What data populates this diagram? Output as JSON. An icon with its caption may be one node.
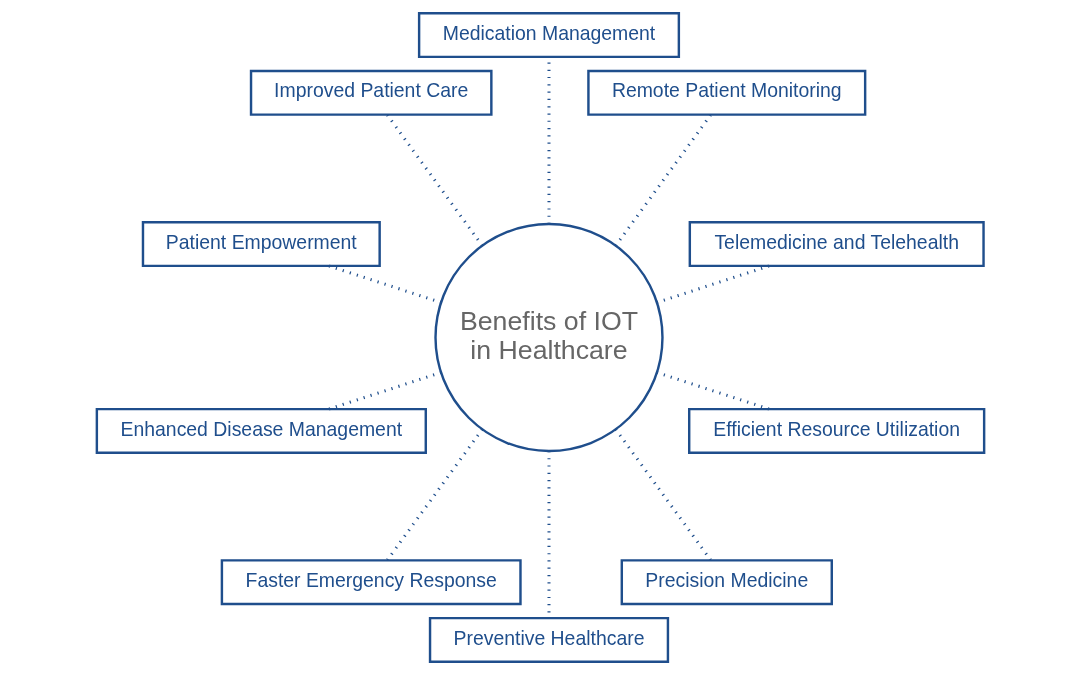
{
  "diagram": {
    "nodes": [
      {
        "text": [
          "Benefits of IOT in Healthcare"
        ]
      },
      {
        "text": [
          "Telemedicine and Telehealth"
        ]
      },
      {
        "text": [
          "Remote Patient Monitoring"
        ]
      },
      {
        "text": [
          "Medication Management"
        ]
      },
      {
        "text": [
          "Improved Patient Care"
        ]
      },
      {
        "text": [
          "Patient Empowerment"
        ]
      },
      {
        "text": [
          "Enhanced Disease Management"
        ]
      },
      {
        "text": [
          "Faster Emergency Response"
        ]
      },
      {
        "text": [
          "Preventive Healthcare"
        ]
      },
      {
        "text": [
          "Precision Medicine"
        ]
      },
      {
        "text": [
          "Efficient Resource Utilization"
        ]
      }
    ],
    "edges": [
      {
        "from": 0,
        "to": 1,
        "arrow": "none",
        "style": "dashed"
      },
      {
        "from": 0,
        "to": 2,
        "arrow": "none",
        "style": "dashed"
      },
      {
        "from": 0,
        "to": 3,
        "arrow": "none",
        "style": "dashed"
      },
      {
        "from": 0,
        "to": 4,
        "arrow": "none",
        "style": "dashed"
      },
      {
        "from": 0,
        "to": 5,
        "arrow": "none",
        "style": "dashed"
      },
      {
        "from": 0,
        "to": 6,
        "arrow": "none",
        "style": "dashed"
      },
      {
        "from": 0,
        "to": 7,
        "arrow": "none",
        "style": "dashed"
      },
      {
        "from": 0,
        "to": 8,
        "arrow": "none",
        "style": "dashed"
      },
      {
        "from": 0,
        "to": 9,
        "arrow": "none",
        "style": "dashed"
      },
      {
        "from": 0,
        "to": 10,
        "arrow": "none",
        "style": "dashed"
      }
    ]
  }
}
